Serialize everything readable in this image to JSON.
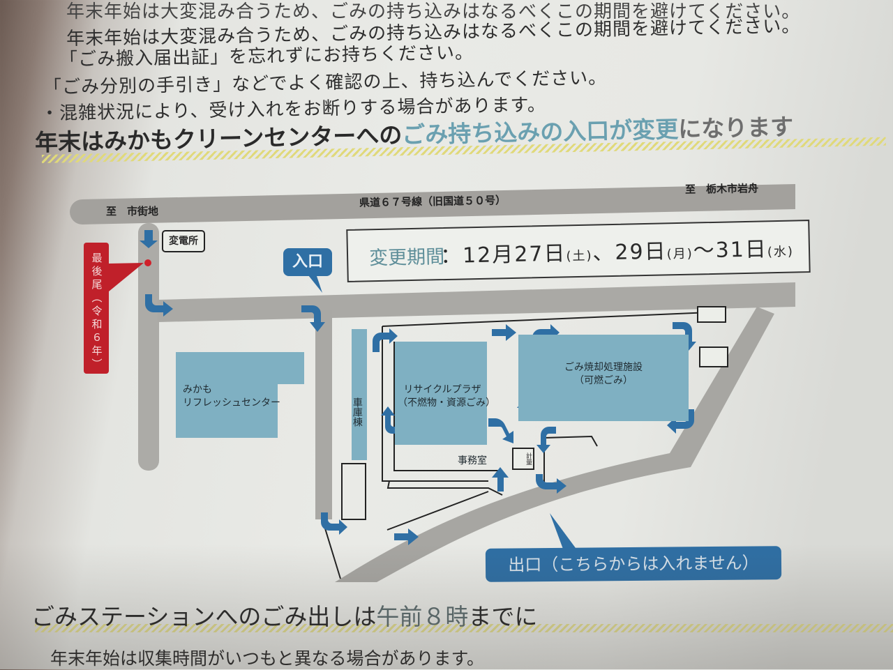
{
  "notice_lines": [
    "年末年始は大変混み合うため、ごみの持ち込みはなるべくこの期間を避けてください。",
    "「ごみ搬入届出証」を忘れずにお持ちください。",
    "「ごみ分別の手引き」などでよく確認の上、持ち込んでください。",
    "・混雑状況により、受け入れをお断りする場合があります。"
  ],
  "heading": {
    "prefix": "年末はみかもクリーンセンターへの",
    "highlight": "ごみ持ち込みの入口が変更",
    "suffix": "になります"
  },
  "map": {
    "road_main": "県道６７号線（旧国道５０号）",
    "to_left": "至　市街地",
    "to_right": "至　栃木市岩舟",
    "substation": "変電所",
    "queue_end_tag": "最後尾（令和６年）",
    "entrance": "入口",
    "period_label": "変更期間",
    "period_value_a": "：12月27日",
    "period_day_a": "(土)",
    "period_value_b": "、29日",
    "period_day_b": "(月)",
    "period_value_c": "～31日",
    "period_day_c": "(水)",
    "buildings": {
      "refresh_center_1": "みかも",
      "refresh_center_2": "リフレッシュセンター",
      "garage": "車庫棟",
      "recycle_plaza_1": "リサイクルプラザ",
      "recycle_plaza_2": "（不燃物・資源ごみ）",
      "incinerator_1": "ごみ焼却処理施設",
      "incinerator_2": "（可燃ごみ）",
      "office": "事務室",
      "scale": "計量"
    },
    "exit": "出口（こちらからは入れません）",
    "colors": {
      "building": "#7fb0c2",
      "arrow": "#2f6fa4",
      "road": "#a8a8a8",
      "tag": "#c0202a"
    }
  },
  "section2": {
    "prefix": "ごみステーションへのごみ出しは",
    "highlight": "午前８時",
    "suffix": "までに",
    "sub": "年末年始は収集時間がいつもと異なる場合があります。"
  }
}
